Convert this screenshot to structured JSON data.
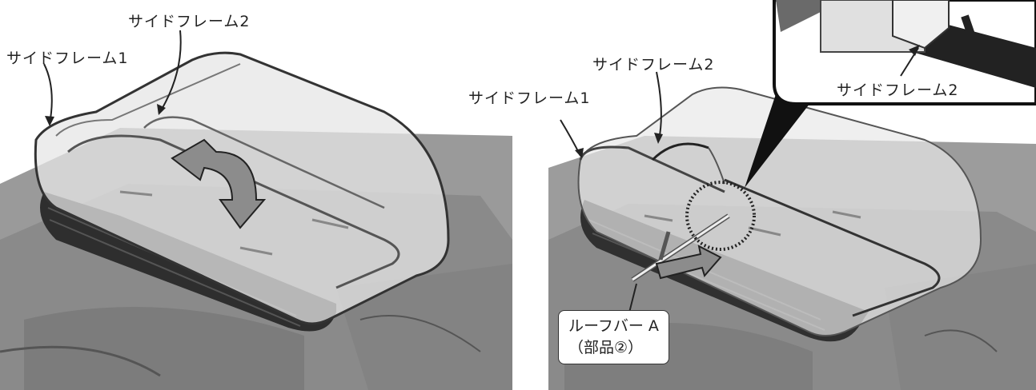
{
  "left": {
    "label_side_frame_1": "サイドフレーム1",
    "label_side_frame_2": "サイドフレーム2"
  },
  "right": {
    "label_side_frame_1": "サイドフレーム1",
    "label_side_frame_2": "サイドフレーム2",
    "inset_label_side_frame_2": "サイドフレーム2",
    "roof_bar_label": "ルーフバー A",
    "roof_bar_part": "（部品②）"
  }
}
